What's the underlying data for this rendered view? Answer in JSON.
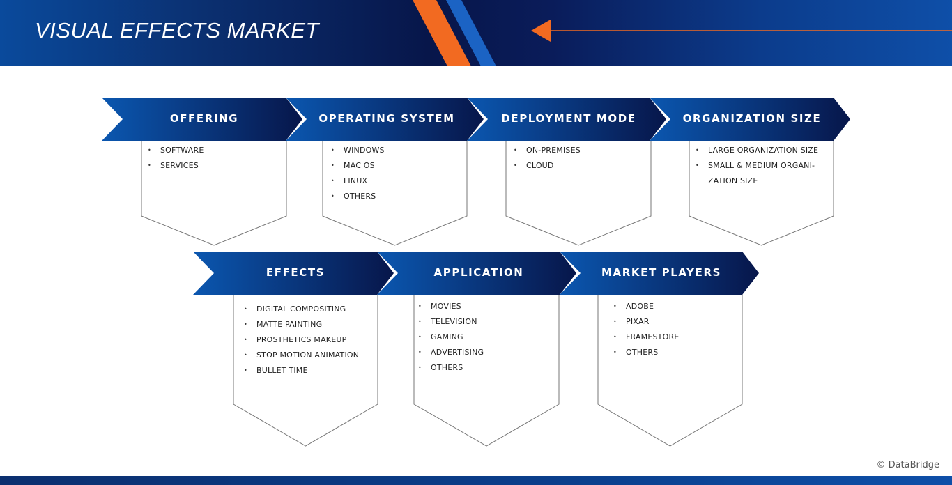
{
  "header": {
    "title": "VISUAL EFFECTS MARKET"
  },
  "credit": "© DataBridge",
  "colors": {
    "banner_light": "#0b57b0",
    "banner_dark": "#07164a",
    "accent_orange": "#f26a21",
    "panel_border": "#777777"
  },
  "segments": [
    {
      "label": "OFFERING",
      "items": [
        "SOFTWARE",
        "SERVICES"
      ]
    },
    {
      "label": "OPERATING SYSTEM",
      "items": [
        "WINDOWS",
        "MAC OS",
        "LINUX",
        "OTHERS"
      ]
    },
    {
      "label": "DEPLOYMENT MODE",
      "items": [
        "ON-PREMISES",
        "CLOUD"
      ]
    },
    {
      "label": "ORGANIZATION SIZE",
      "items": [
        "LARGE ORGANIZATION SIZE",
        "SMALL & MEDIUM ORGANI- ZATION SIZE"
      ]
    },
    {
      "label": "EFFECTS",
      "items": [
        "DIGITAL COMPOSITING",
        "MATTE PAINTING",
        "PROSTHETICS MAKEUP",
        "STOP MOTION ANIMATION",
        "BULLET TIME"
      ]
    },
    {
      "label": "APPLICATION",
      "items": [
        "MOVIES",
        "TELEVISION",
        "GAMING",
        "ADVERTISING",
        "OTHERS"
      ]
    },
    {
      "label": "MARKET PLAYERS",
      "items": [
        "ADOBE",
        "PIXAR",
        "FRAMESTORE",
        "OTHERS"
      ]
    }
  ]
}
